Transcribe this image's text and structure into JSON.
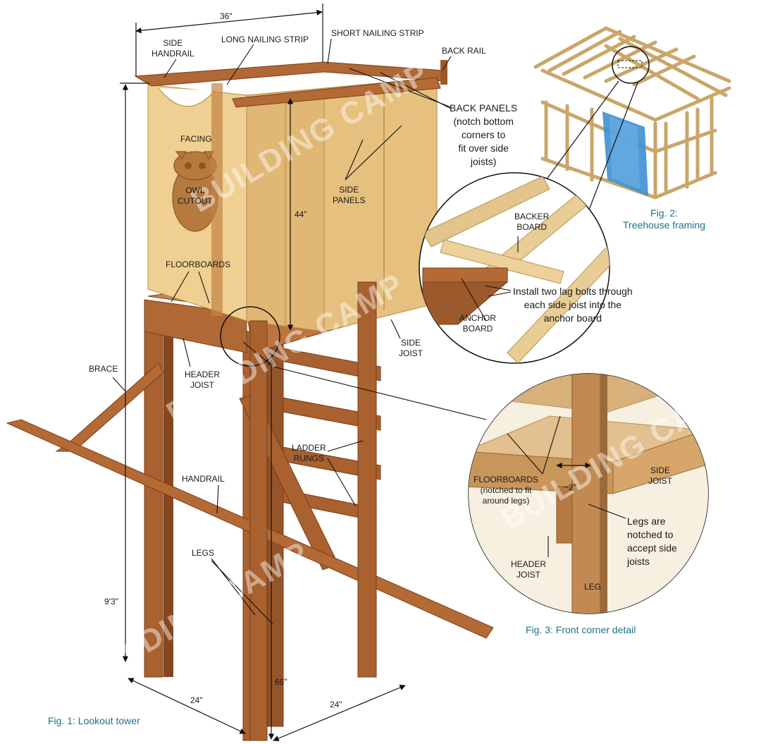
{
  "colors": {
    "plywood": "#e9c98c",
    "plywood_dark": "#d6ad63",
    "lumber": "#a8612f",
    "lumber_dark": "#7a3f1a",
    "framing": "#e2c690",
    "panel_blue": "#3f8fd0",
    "caption": "#1f6f8b"
  },
  "dimensions": {
    "top_width": "36\"",
    "panel_height": "44\"",
    "overall_height": "9'3\"",
    "leg_height": "66\"",
    "base_left": "24\"",
    "base_right": "24\"",
    "notch": "~2\""
  },
  "labels": {
    "side_handrail": "SIDE\nHANDRAIL",
    "long_nailing_strip": "LONG NAILING STRIP",
    "short_nailing_strip": "SHORT NAILING STRIP",
    "back_rail": "BACK RAIL",
    "back_panels": "BACK PANELS\n(notch bottom\ncorners to\nfit over side\njoists)",
    "facing": "FACING",
    "owl_cutout": "OWL\nCUTOUT",
    "side_panels": "SIDE\nPANELS",
    "floorboards": "FLOORBOARDS",
    "brace": "BRACE",
    "header_joist": "HEADER\nJOIST",
    "side_joist": "SIDE\nJOIST",
    "ladder_rungs": "LADDER\nRUNGS",
    "handrail": "HANDRAIL",
    "legs": "LEGS",
    "backer_board": "BACKER\nBOARD",
    "anchor_board": "ANCHOR\nBOARD",
    "lag_bolt_note": "Install two lag bolts through\neach side joist into the\nanchor board",
    "detail_floorboards": "FLOORBOARDS\n(notched to fit\naround legs)",
    "detail_side_joist": "SIDE\nJOIST",
    "legs_notched": "Legs are\nnotched to\naccept side\njoists",
    "detail_header_joist": "HEADER\nJOIST",
    "detail_leg": "LEG"
  },
  "captions": {
    "fig1": "Fig. 1: Lookout tower",
    "fig2": "Fig. 2:\nTreehouse framing",
    "fig3": "Fig. 3: Front corner detail"
  },
  "watermark": "BUILDING CAMP"
}
